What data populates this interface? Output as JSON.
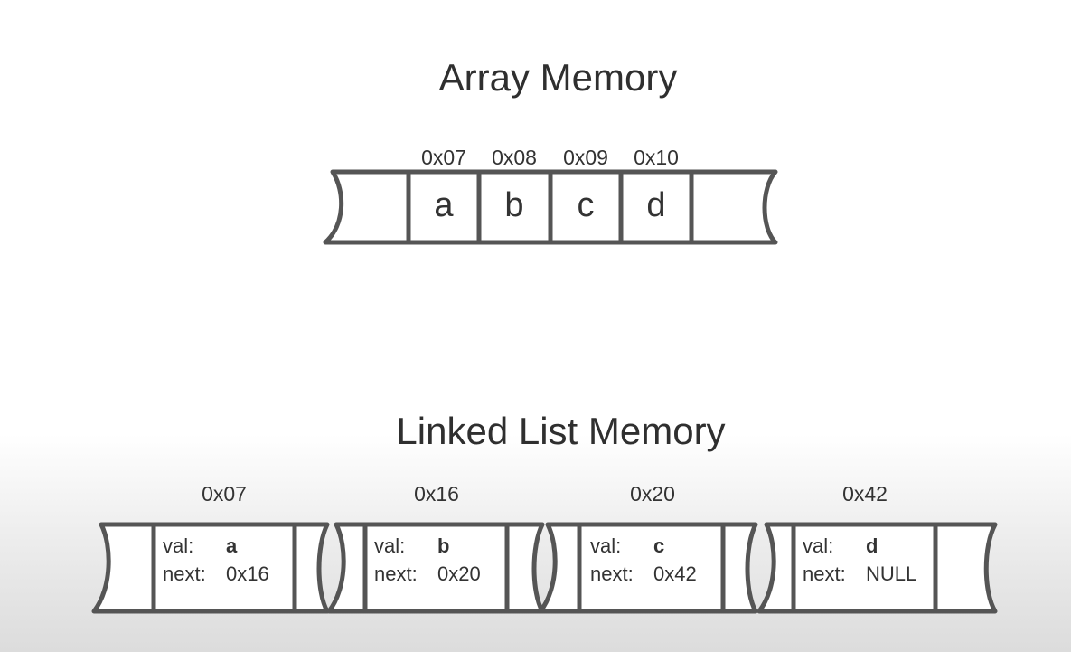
{
  "array_section": {
    "title": "Array Memory",
    "cells": [
      {
        "address": "0x07",
        "value": "a"
      },
      {
        "address": "0x08",
        "value": "b"
      },
      {
        "address": "0x09",
        "value": "c"
      },
      {
        "address": "0x10",
        "value": "d"
      }
    ]
  },
  "list_section": {
    "title": "Linked List Memory",
    "val_label": "val:",
    "next_label": "next:",
    "nodes": [
      {
        "address": "0x07",
        "val": "a",
        "next": "0x16"
      },
      {
        "address": "0x16",
        "val": "b",
        "next": "0x20"
      },
      {
        "address": "0x20",
        "val": "c",
        "next": "0x42"
      },
      {
        "address": "0x42",
        "val": "d",
        "next": "NULL"
      }
    ]
  },
  "colors": {
    "stroke": "#555555",
    "text": "#333333",
    "title": "#2f2f2f"
  }
}
